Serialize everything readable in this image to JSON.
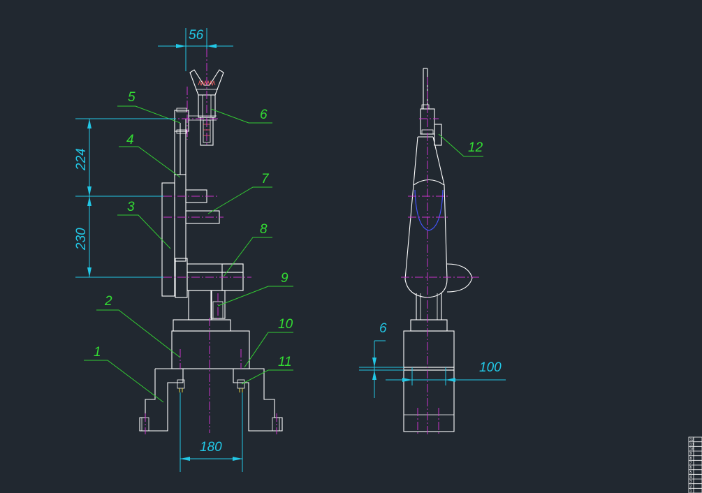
{
  "drawing": {
    "part_labels": [
      "1",
      "2",
      "3",
      "4",
      "5",
      "6",
      "7",
      "8",
      "9",
      "10",
      "11",
      "12"
    ],
    "dimensions": {
      "gripper_width": "56",
      "upper_arm": "224",
      "lower_arm": "230",
      "base_span": "180",
      "side_offset": "6",
      "side_width": "100"
    },
    "title_block_rows": [
      "12",
      "11",
      "10",
      "9",
      "8",
      "7",
      "6",
      "5",
      "4",
      "3",
      "2",
      "1"
    ]
  },
  "colors": {
    "background": "#212830",
    "outline": "#ffffff",
    "centerline": "#cc33cc",
    "leader": "#33cc33",
    "dimension": "#22c8e6"
  }
}
